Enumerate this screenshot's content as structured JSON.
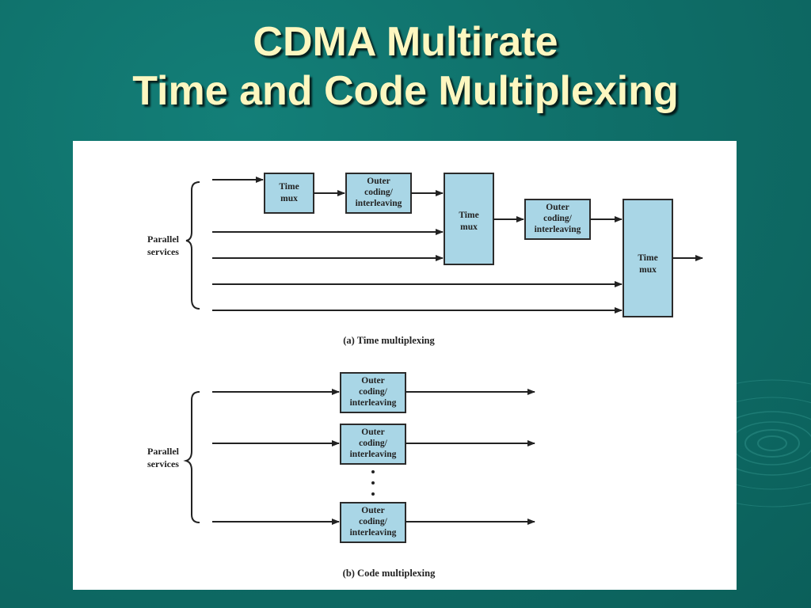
{
  "slide": {
    "title_line1": "CDMA Multirate",
    "title_line2": "Time and Code Multiplexing"
  },
  "diagram_a": {
    "parallel_label_line1": "Parallel",
    "parallel_label_line2": "services",
    "box1": [
      "Time",
      "mux"
    ],
    "box2": [
      "Outer",
      "coding/",
      "interleaving"
    ],
    "box3": [
      "Time",
      "mux"
    ],
    "box4": [
      "Outer",
      "coding/",
      "interleaving"
    ],
    "box5": [
      "Time",
      "mux"
    ],
    "caption": "(a) Time multiplexing"
  },
  "diagram_b": {
    "parallel_label_line1": "Parallel",
    "parallel_label_line2": "services",
    "box1": [
      "Outer",
      "coding/",
      "interleaving"
    ],
    "box2": [
      "Outer",
      "coding/",
      "interleaving"
    ],
    "box3": [
      "Outer",
      "coding/",
      "interleaving"
    ],
    "caption": "(b) Code multiplexing"
  },
  "colors": {
    "background": "#0f6f69",
    "title": "#fdf7c0",
    "box_fill": "#a9d6e6"
  }
}
